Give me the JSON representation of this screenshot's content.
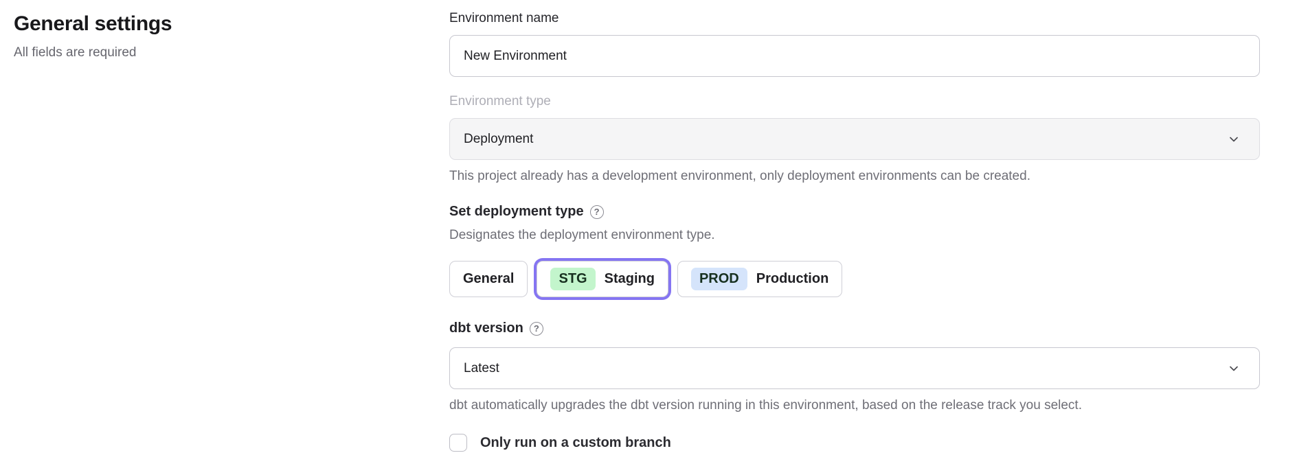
{
  "page": {
    "title": "General settings",
    "subtitle": "All fields are required"
  },
  "form": {
    "environment_name": {
      "label": "Environment name",
      "value": "New Environment"
    },
    "environment_type": {
      "label": "Environment type",
      "value": "Deployment",
      "disabled": true,
      "helper": "This project already has a development environment, only deployment environments can be created."
    },
    "deployment_type": {
      "label": "Set deployment type",
      "description": "Designates the deployment environment type.",
      "options": [
        {
          "label": "General",
          "selected": false
        },
        {
          "badge": "STG",
          "label": "Staging",
          "selected": true
        },
        {
          "badge": "PROD",
          "label": "Production",
          "selected": false
        }
      ]
    },
    "dbt_version": {
      "label": "dbt version",
      "value": "Latest",
      "helper": "dbt automatically upgrades the dbt version running in this environment, based on the release track you select."
    },
    "custom_branch": {
      "label": "Only run on a custom branch",
      "checked": false
    }
  },
  "icons": {
    "help": "?"
  },
  "colors": {
    "accent_purple": "#8575f2",
    "staging_badge_bg": "#c3f5cc",
    "production_badge_bg": "#d5e4fb"
  }
}
